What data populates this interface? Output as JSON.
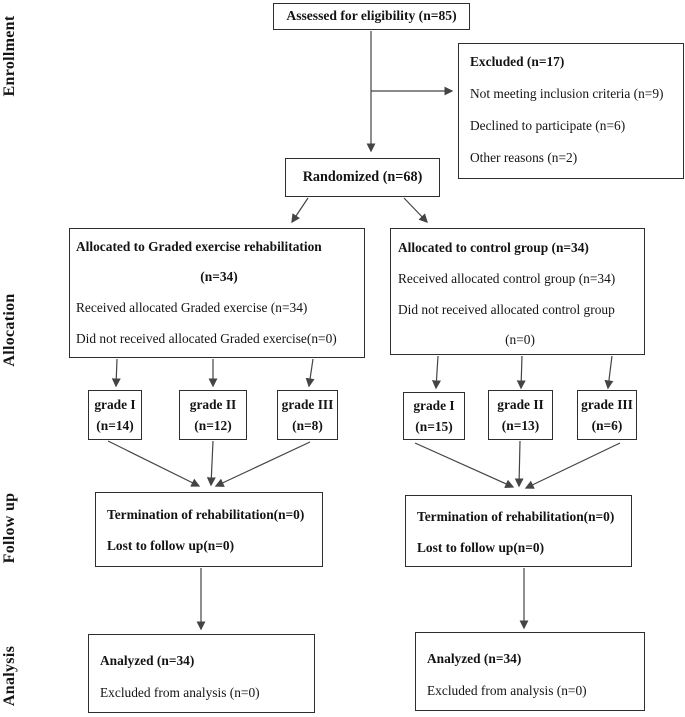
{
  "stages": {
    "enrollment_label": "Enrollment",
    "allocation_label": "Allocation",
    "followup_label": "Follow up",
    "analysis_label": "Analysis"
  },
  "enrollment": {
    "assessed": "Assessed for eligibility (n=85)",
    "excluded": {
      "title": "Excluded (n=17)",
      "reasons": [
        "Not meeting inclusion criteria (n=9)",
        "Declined to participate (n=6)",
        "Other reasons (n=2)"
      ]
    },
    "randomized": "Randomized (n=68)"
  },
  "allocation": {
    "exercise": {
      "title_line1": "Allocated to Graded exercise rehabilitation",
      "title_line2": "(n=34)",
      "received": "Received allocated Graded exercise (n=34)",
      "not_received": "Did not received allocated Graded exercise(n=0)",
      "grades": [
        {
          "line1": "grade I",
          "line2": "(n=14)"
        },
        {
          "line1": "grade II",
          "line2": "(n=12)"
        },
        {
          "line1": "grade III",
          "line2": "(n=8)"
        }
      ]
    },
    "control": {
      "title": "Allocated to control group (n=34)",
      "received": "Received allocated control group (n=34)",
      "not_received_line1": "Did not received allocated control group",
      "not_received_line2": "(n=0)",
      "grades": [
        {
          "line1": "grade I",
          "line2": "(n=15)"
        },
        {
          "line1": "grade II",
          "line2": "(n=13)"
        },
        {
          "line1": "grade III",
          "line2": "(n=6)"
        }
      ]
    }
  },
  "followup": {
    "exercise": {
      "termination": "Termination of rehabilitation(n=0)",
      "lost": "Lost to follow up(n=0)"
    },
    "control": {
      "termination": "Termination of rehabilitation(n=0)",
      "lost": "Lost to follow up(n=0)"
    }
  },
  "analysis": {
    "exercise": {
      "analyzed": "Analyzed (n=34)",
      "excluded": "Excluded from analysis (n=0)"
    },
    "control": {
      "analyzed": "Analyzed (n=34)",
      "excluded": "Excluded from analysis (n=0)"
    }
  },
  "colors": {
    "line": "#444444",
    "border": "#2e2e2e",
    "text": "#141414"
  }
}
